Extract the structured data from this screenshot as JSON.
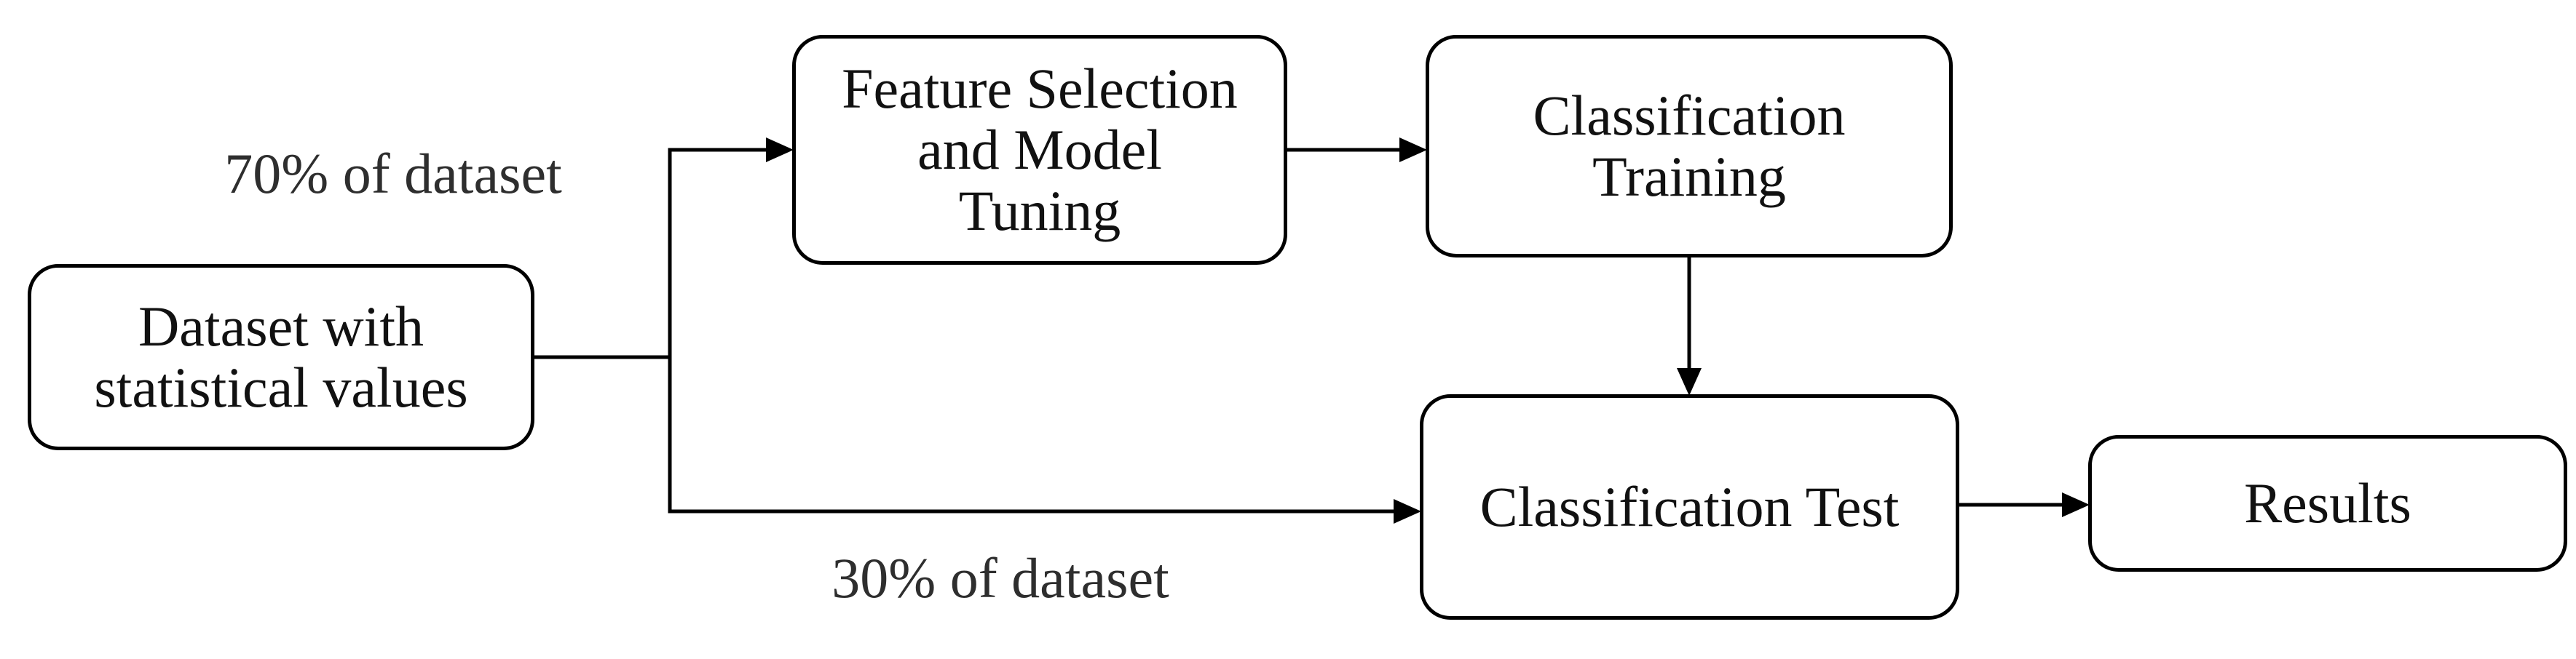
{
  "diagram": {
    "background_color": "#ffffff",
    "stroke_color": "#000000",
    "text_color": "#111111",
    "nodes": [
      {
        "id": "dataset",
        "label": "Dataset with\nstatistical values"
      },
      {
        "id": "feature-selection",
        "label": "Feature Selection\nand Model\nTuning"
      },
      {
        "id": "classification-training",
        "label": "Classification\nTraining"
      },
      {
        "id": "classification-test",
        "label": "Classification Test"
      },
      {
        "id": "results",
        "label": "Results"
      }
    ],
    "edge_labels": [
      {
        "id": "train-split",
        "label": "70% of dataset"
      },
      {
        "id": "test-split",
        "label": "30% of dataset"
      }
    ],
    "edges": [
      {
        "from": "dataset",
        "to": "feature-selection",
        "label": "70% of dataset"
      },
      {
        "from": "dataset",
        "to": "classification-test",
        "label": "30% of dataset"
      },
      {
        "from": "feature-selection",
        "to": "classification-training",
        "label": ""
      },
      {
        "from": "classification-training",
        "to": "classification-test",
        "label": ""
      },
      {
        "from": "classification-test",
        "to": "results",
        "label": ""
      }
    ]
  }
}
